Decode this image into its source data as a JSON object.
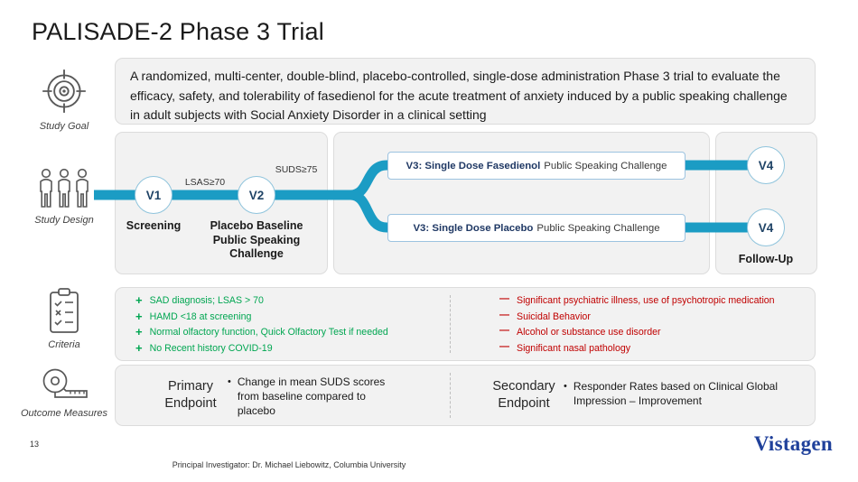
{
  "slide": {
    "title": "PALISADE-2 Phase 3 Trial",
    "page_number": "13",
    "footer_note": "Principal Investigator: Dr. Michael Liebowitz, Columbia University",
    "logo_text": "Vistagen"
  },
  "sidebar": {
    "items": [
      {
        "icon": "target-icon",
        "label": "Study Goal"
      },
      {
        "icon": "people-icon",
        "label": "Study Design"
      },
      {
        "icon": "checklist-icon",
        "label": "Criteria"
      },
      {
        "icon": "tape-measure-icon",
        "label": "Outcome Measures"
      }
    ]
  },
  "study_goal": {
    "text": "A randomized, multi-center, double-blind, placebo-controlled, single-dose administration Phase 3 trial to evaluate the efficacy, safety, and tolerability of fasedienol for the acute treatment of anxiety induced by a public speaking challenge in adult subjects with Social Anxiety Disorder in a clinical setting"
  },
  "study_design": {
    "v1_label": "V1",
    "v1_caption": "Screening",
    "gate1": "LSAS≥70",
    "v2_label": "V2",
    "v2_caption": "Placebo Baseline Public Speaking Challenge",
    "gate2": "SUDS≥75",
    "branch_top_bold": "V3: Single Dose Fasedienol",
    "branch_top_rest": "Public Speaking Challenge",
    "branch_bottom_bold": "V3: Single Dose Placebo",
    "branch_bottom_rest": "Public Speaking Challenge",
    "v4_top_label": "V4",
    "v4_bottom_label": "V4",
    "followup_caption": "Follow-Up"
  },
  "criteria": {
    "plus_marker": "+",
    "minus_marker": "—",
    "inclusion": [
      "SAD diagnosis; LSAS > 70",
      "HAMD <18 at screening",
      "Normal olfactory function, Quick Olfactory Test if needed",
      "No Recent history COVID-19"
    ],
    "exclusion": [
      "Significant psychiatric illness, use of psychotropic medication",
      "Suicidal Behavior",
      "Alcohol or substance use disorder",
      "Significant nasal pathology"
    ]
  },
  "outcomes": {
    "bullet_char": "•",
    "primary_label": "Primary Endpoint",
    "primary_text": "Change in mean SUDS scores from baseline compared to placebo",
    "secondary_label": "Secondary Endpoint",
    "secondary_text": "Responder Rates based on Clinical Global Impression – Improvement"
  },
  "colors": {
    "accent_teal": "#1B9CC4",
    "node_border_blue": "#8FC4DC",
    "green": "#00A651",
    "red": "#C00000",
    "panel_bg": "#F2F2F2",
    "logo_blue": "#20419B"
  }
}
